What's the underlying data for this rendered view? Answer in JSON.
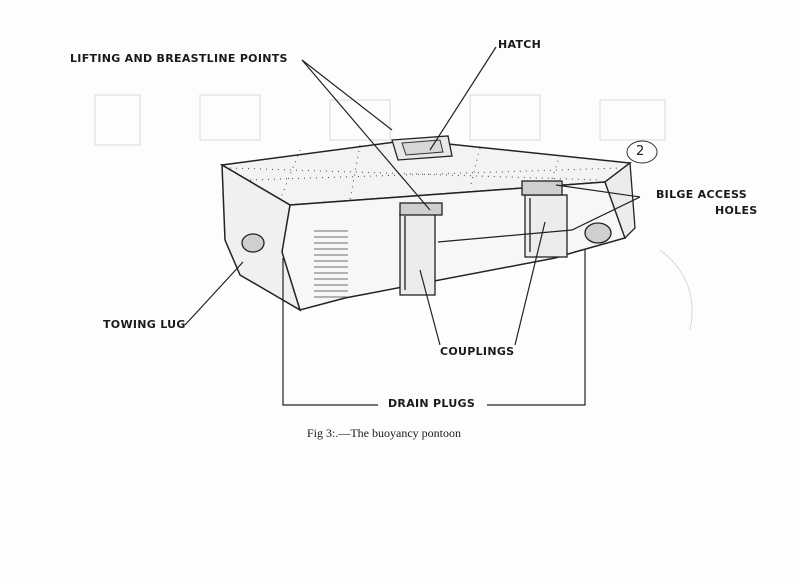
{
  "labels": {
    "lifting": "LIFTING AND BREASTLINE POINTS",
    "hatch": "HATCH",
    "bilge_line1": "BILGE ACCESS",
    "bilge_line2": "HOLES",
    "towing": "TOWING LUG",
    "couplings": "COUPLINGS",
    "drain": "DRAIN PLUGS"
  },
  "caption": "Fig 3:.—The buoyancy pontoon",
  "page_number_mark": "2"
}
